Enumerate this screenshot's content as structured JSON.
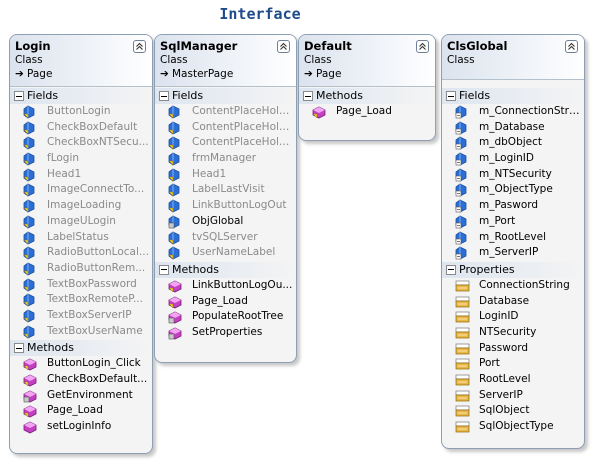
{
  "diagram": {
    "title": "Interface"
  },
  "classes": [
    {
      "name": "Login",
      "stereotype": "Class",
      "base": "Page",
      "sections": [
        {
          "label": "Fields",
          "kind": "field",
          "items": [
            {
              "text": "ButtonLogin",
              "icon": "field-icon",
              "muted": true
            },
            {
              "text": "CheckBoxDefault",
              "icon": "field-icon",
              "muted": true
            },
            {
              "text": "CheckBoxNTSecu...",
              "icon": "field-icon",
              "muted": true
            },
            {
              "text": "fLogin",
              "icon": "field-icon",
              "muted": true
            },
            {
              "text": "Head1",
              "icon": "field-icon",
              "muted": true
            },
            {
              "text": "ImageConnectTo...",
              "icon": "field-icon",
              "muted": true
            },
            {
              "text": "ImageLoading",
              "icon": "field-icon",
              "muted": true
            },
            {
              "text": "ImageULogin",
              "icon": "field-icon",
              "muted": true
            },
            {
              "text": "LabelStatus",
              "icon": "field-icon",
              "muted": true
            },
            {
              "text": "RadioButtonLocal...",
              "icon": "field-icon",
              "muted": true
            },
            {
              "text": "RadioButtonRem...",
              "icon": "field-icon",
              "muted": true
            },
            {
              "text": "TextBoxPassword",
              "icon": "field-icon",
              "muted": true
            },
            {
              "text": "TextBoxRemoteP...",
              "icon": "field-icon",
              "muted": true
            },
            {
              "text": "TextBoxServerIP",
              "icon": "field-icon",
              "muted": true
            },
            {
              "text": "TextBoxUserName",
              "icon": "field-icon",
              "muted": true
            }
          ]
        },
        {
          "label": "Methods",
          "kind": "method",
          "items": [
            {
              "text": "ButtonLogin_Click",
              "icon": "protected-method-icon",
              "muted": false
            },
            {
              "text": "CheckBoxDefault...",
              "icon": "protected-method-icon",
              "muted": false
            },
            {
              "text": "GetEnvironment",
              "icon": "private-method-icon",
              "muted": false
            },
            {
              "text": "Page_Load",
              "icon": "protected-method-icon",
              "muted": false
            },
            {
              "text": "setLoginInfo",
              "icon": "method-icon",
              "muted": false
            }
          ]
        }
      ]
    },
    {
      "name": "SqlManager",
      "stereotype": "Class",
      "base": "MasterPage",
      "sections": [
        {
          "label": "Fields",
          "kind": "field",
          "items": [
            {
              "text": "ContentPlaceHold...",
              "icon": "field-icon",
              "muted": true
            },
            {
              "text": "ContentPlaceHold...",
              "icon": "field-icon",
              "muted": true
            },
            {
              "text": "ContentPlaceHold...",
              "icon": "field-icon",
              "muted": true
            },
            {
              "text": "frmManager",
              "icon": "field-icon",
              "muted": true
            },
            {
              "text": "Head1",
              "icon": "field-icon",
              "muted": true
            },
            {
              "text": "LabelLastVisit",
              "icon": "field-icon",
              "muted": true
            },
            {
              "text": "LinkButtonLogOut",
              "icon": "field-icon",
              "muted": true
            },
            {
              "text": "ObjGlobal",
              "icon": "private-field-icon",
              "muted": false
            },
            {
              "text": "tvSQLServer",
              "icon": "field-icon",
              "muted": true
            },
            {
              "text": "UserNameLabel",
              "icon": "field-icon",
              "muted": true
            }
          ]
        },
        {
          "label": "Methods",
          "kind": "method",
          "items": [
            {
              "text": "LinkButtonLogOu...",
              "icon": "protected-method-icon",
              "muted": false
            },
            {
              "text": "Page_Load",
              "icon": "protected-method-icon",
              "muted": false
            },
            {
              "text": "PopulateRootTree",
              "icon": "private-method-icon",
              "muted": false
            },
            {
              "text": "SetProperties",
              "icon": "private-method-icon",
              "muted": false
            }
          ]
        }
      ]
    },
    {
      "name": "Default",
      "stereotype": "Class",
      "base": "Page",
      "sections": [
        {
          "label": "Methods",
          "kind": "method",
          "items": [
            {
              "text": "Page_Load",
              "icon": "protected-method-icon",
              "muted": false
            }
          ]
        }
      ]
    },
    {
      "name": "ClsGlobal",
      "stereotype": "Class",
      "base": "",
      "sections": [
        {
          "label": "Fields",
          "kind": "field",
          "items": [
            {
              "text": "m_ConnectionStri...",
              "icon": "internal-field-icon",
              "muted": false
            },
            {
              "text": "m_Database",
              "icon": "internal-field-icon",
              "muted": false
            },
            {
              "text": "m_dbObject",
              "icon": "internal-field-icon",
              "muted": false
            },
            {
              "text": "m_LoginID",
              "icon": "internal-field-icon",
              "muted": false
            },
            {
              "text": "m_NTSecurity",
              "icon": "internal-field-icon",
              "muted": false
            },
            {
              "text": "m_ObjectType",
              "icon": "internal-field-icon",
              "muted": false
            },
            {
              "text": "m_Pasword",
              "icon": "internal-field-icon",
              "muted": false
            },
            {
              "text": "m_Port",
              "icon": "internal-field-icon",
              "muted": false
            },
            {
              "text": "m_RootLevel",
              "icon": "internal-field-icon",
              "muted": false
            },
            {
              "text": "m_ServerIP",
              "icon": "internal-field-icon",
              "muted": false
            }
          ]
        },
        {
          "label": "Properties",
          "kind": "property",
          "items": [
            {
              "text": "ConnectionString",
              "icon": "property-icon",
              "muted": false
            },
            {
              "text": "Database",
              "icon": "property-icon",
              "muted": false
            },
            {
              "text": "LoginID",
              "icon": "property-icon",
              "muted": false
            },
            {
              "text": "NTSecurity",
              "icon": "property-icon",
              "muted": false
            },
            {
              "text": "Password",
              "icon": "property-icon",
              "muted": false
            },
            {
              "text": "Port",
              "icon": "property-icon",
              "muted": false
            },
            {
              "text": "RootLevel",
              "icon": "property-icon",
              "muted": false
            },
            {
              "text": "ServerIP",
              "icon": "property-icon",
              "muted": false
            },
            {
              "text": "SqlObject",
              "icon": "property-icon",
              "muted": false
            },
            {
              "text": "SqlObjectType",
              "icon": "property-icon",
              "muted": false
            }
          ]
        }
      ]
    }
  ],
  "colors": {
    "title": "#1f4a8c",
    "box_border": "#8e9fb4",
    "field_icon": "#2b6fd6",
    "method_icon": "#c43fc4",
    "property_icon": "#e8b64a",
    "muted_text": "#8a8a8a"
  }
}
